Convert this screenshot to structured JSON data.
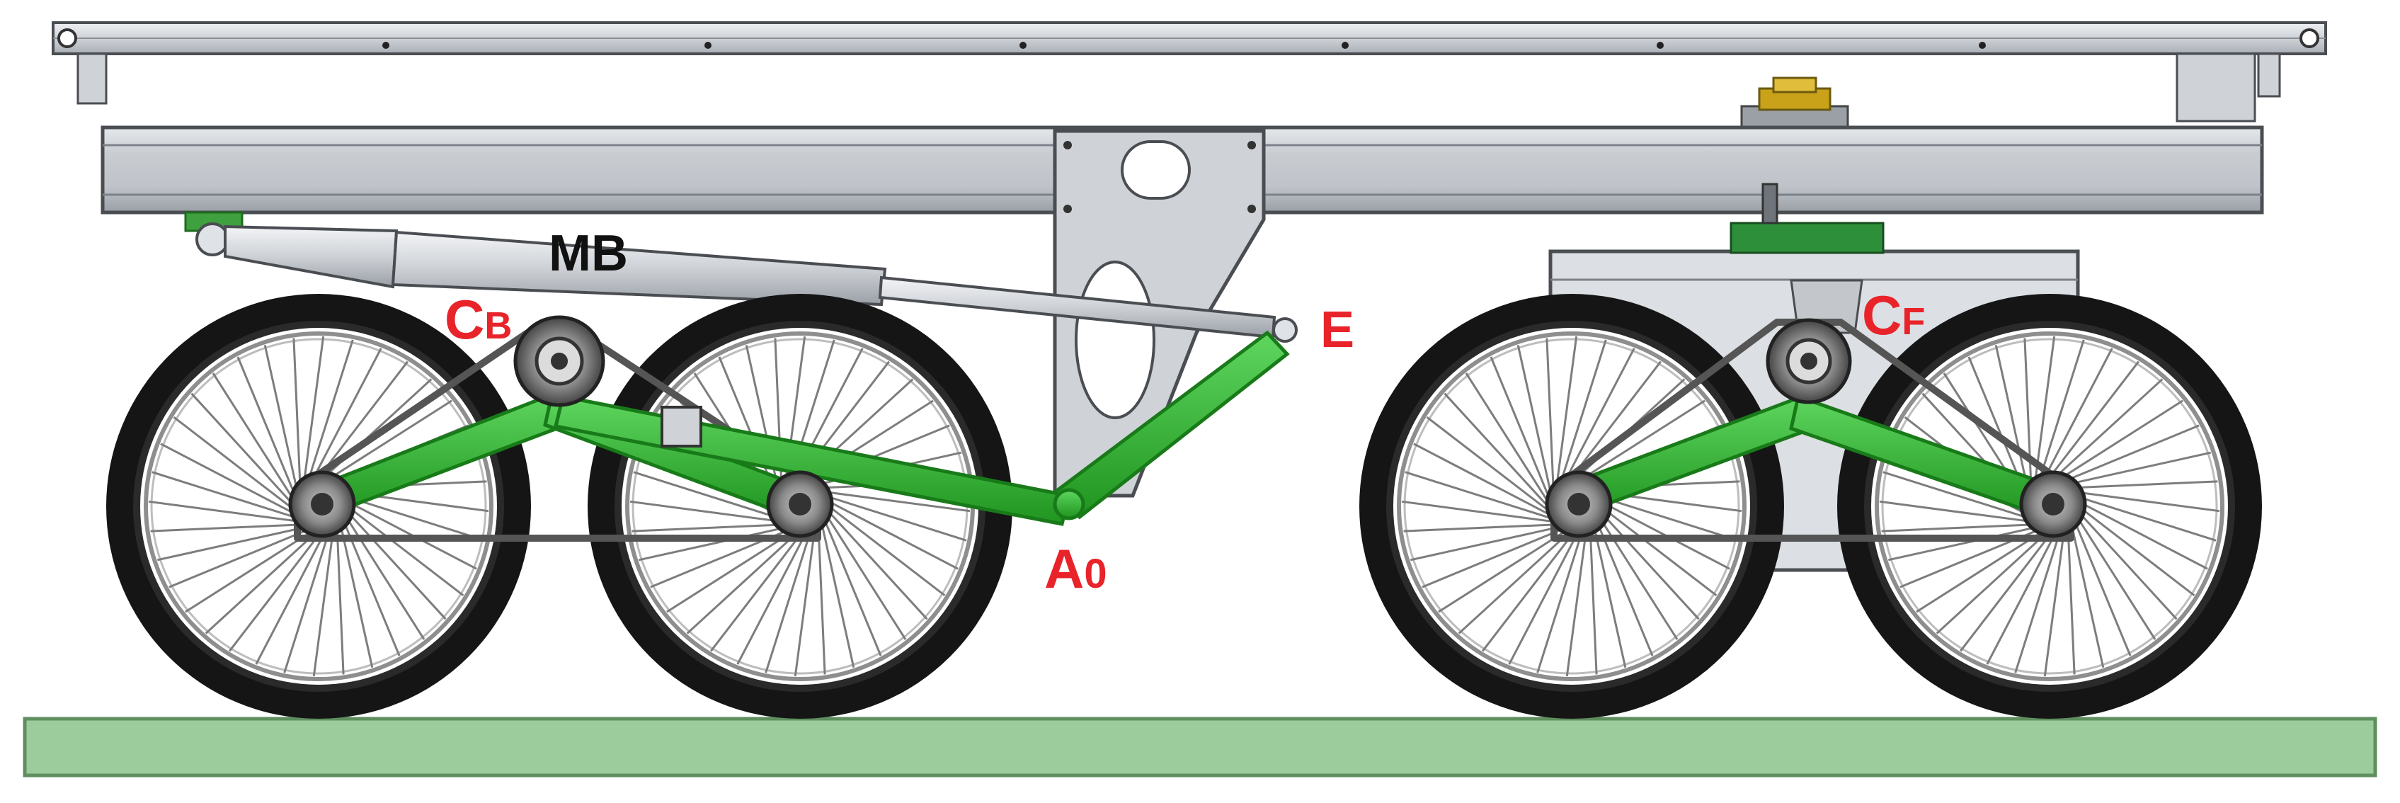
{
  "labels": {
    "mb": "MB",
    "cb_main": "C",
    "cb_sub": "B",
    "e": "E",
    "a0_main": "A",
    "a0_sub": "0",
    "cf_main": "C",
    "cf_sub": "F"
  },
  "colors": {
    "frame_fill": "#d9dce1",
    "frame_stroke": "#4a4d52",
    "linkage_green": "#2fb52f",
    "label_red": "#e8232a",
    "label_black": "#111111",
    "tire": "#151515",
    "ground": "#9ccb9c",
    "ground_stroke": "#5f8f5f",
    "belt": "#555555",
    "hub": "#6b6b6b"
  },
  "icons": {
    "wheel": "spoked-wheel-icon",
    "sprocket": "sprocket-icon",
    "motor": "motor-icon"
  }
}
